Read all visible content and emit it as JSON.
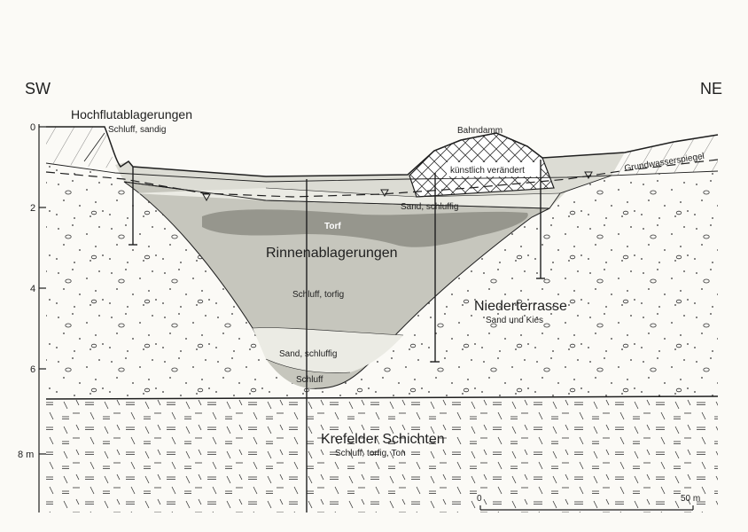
{
  "orientation": {
    "left": "SW",
    "right": "NE"
  },
  "depth_ticks": [
    "0",
    "2",
    "4",
    "6",
    "8 m"
  ],
  "labels": {
    "hochflut": "Hochflutablagerungen",
    "hochflut_sub": "Schluff, sandig",
    "bahndamm": "Bahndamm",
    "kuenstlich": "künstlich verändert",
    "grundwasser": "Grundwasserspiegel",
    "sand_upper": "Sand, schluffig",
    "torf": "Torf",
    "rinnen": "Rinnenablagerungen",
    "schluff_torfig": "Schluff, torfig",
    "niederterrasse": "Niederterrasse",
    "niederterrasse_sub": "Sand und Kies",
    "sand_lower": "Sand, schluffig",
    "schluff": "Schluff",
    "krefelder": "Krefelder Schichten",
    "krefelder_sub": "Schluff, torfig, Ton"
  },
  "scale": {
    "start": "0",
    "end": "50 m"
  },
  "colors": {
    "background": "#fbfaf6",
    "light_fill": "#dcdcd4",
    "medium_fill": "#c6c6bd",
    "dark_fill": "#96968d",
    "sand_fill": "#ebebe4",
    "line": "#1f1f1f"
  }
}
